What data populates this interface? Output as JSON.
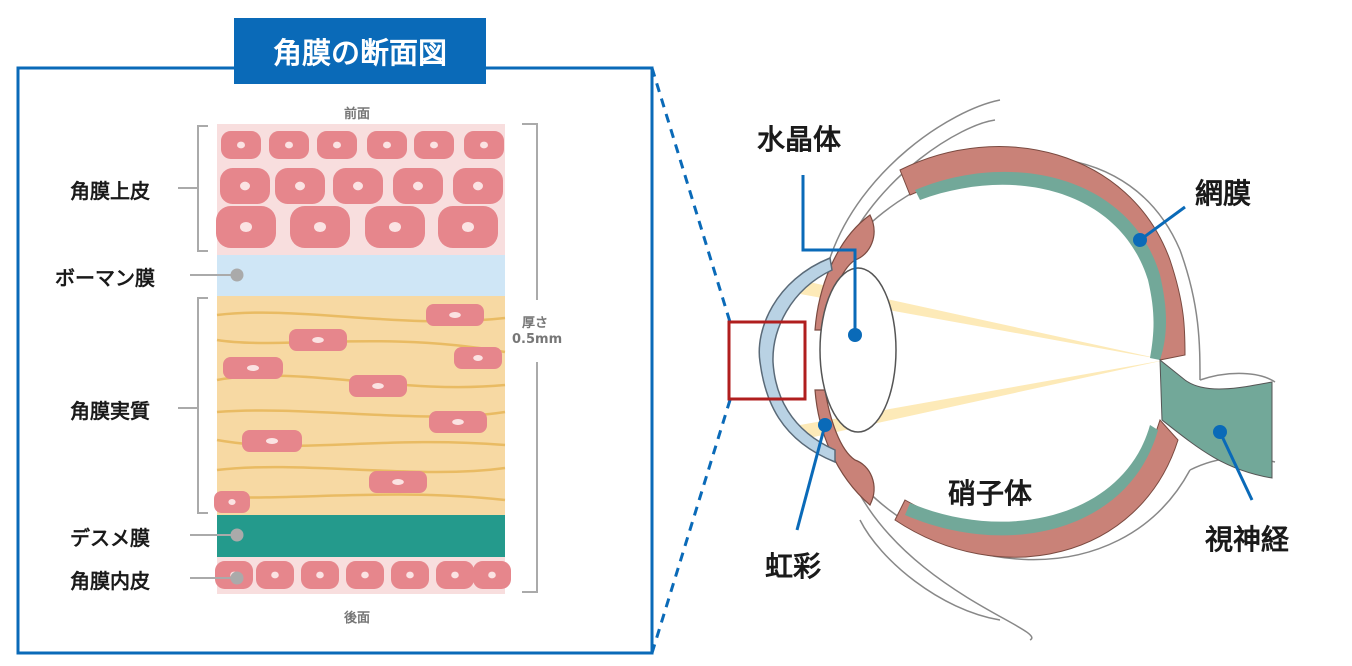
{
  "panel": {
    "title": "角膜の断面図",
    "front": "前面",
    "back": "後面",
    "thickness_label": "厚さ",
    "thickness_value": "0.5mm"
  },
  "layers": {
    "epithelium": "角膜上皮",
    "bowman": "ボーマン膜",
    "stroma": "角膜実質",
    "descemet": "デスメ膜",
    "endothelium": "角膜内皮"
  },
  "eye": {
    "lens": "水晶体",
    "retina": "網膜",
    "vitreous": "硝子体",
    "iris": "虹彩",
    "optic_nerve": "視神経"
  },
  "colors": {
    "frame_blue": "#0a6ab8",
    "epithelium_bg": "#f8dede",
    "cell_fill": "#e6868c",
    "bowman_fill": "#cfe6f6",
    "stroma_fill": "#f7d9a3",
    "descemet_fill": "#249a8c",
    "retina_green": "#72a899",
    "choroid_brown": "#c98278",
    "cornea_blue": "#b9d2e4",
    "light_yellow": "#fdeab8",
    "highlight_red": "#b01e1e"
  }
}
